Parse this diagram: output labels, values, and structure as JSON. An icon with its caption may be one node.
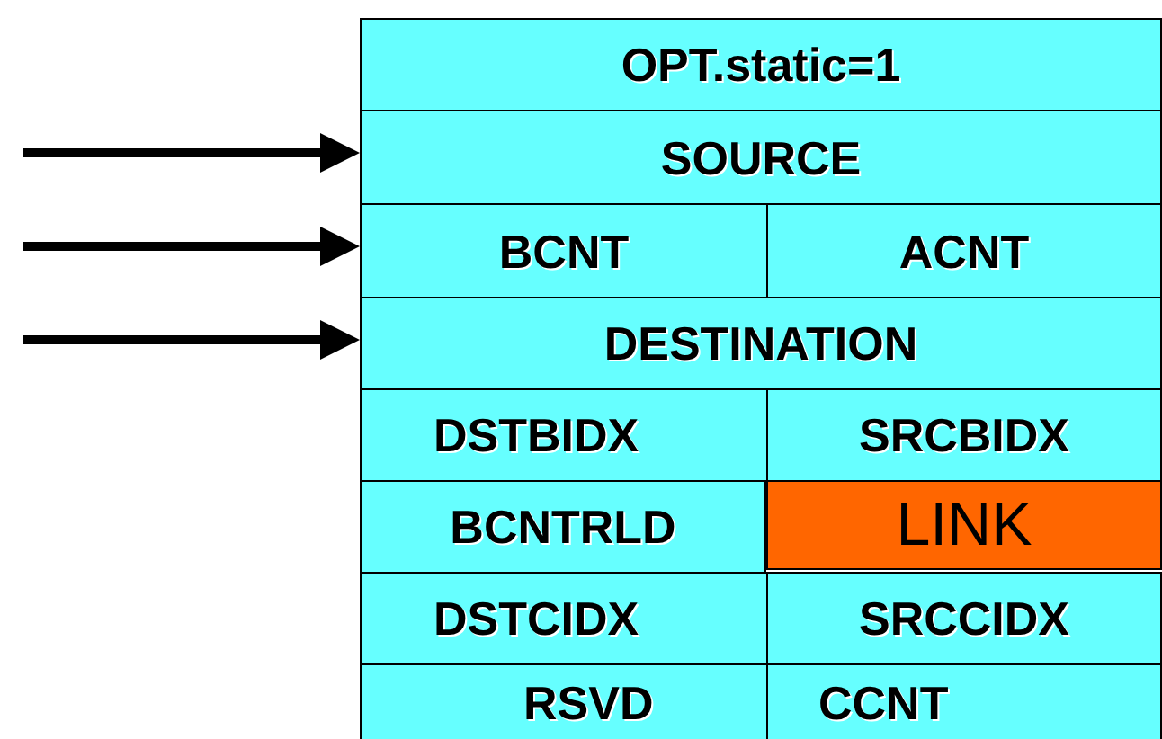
{
  "diagram": {
    "nodes": [
      {
        "text": [
          "OPT.static=1"
        ]
      },
      {
        "text": [
          "SOURCE"
        ]
      },
      {
        "text": [
          "BCNT"
        ]
      },
      {
        "text": [
          "ACNT"
        ]
      },
      {
        "text": [
          "DESTINATION"
        ]
      },
      {
        "text": [
          "DSTBIDX"
        ]
      },
      {
        "text": [
          "SRCBIDX"
        ]
      },
      {
        "text": [
          "BCNTRLD"
        ]
      },
      {
        "text": [
          "LINK"
        ]
      },
      {
        "text": [
          "DSTCIDX"
        ]
      },
      {
        "text": [
          "SRCCIDX"
        ]
      },
      {
        "text": [
          "RSVD"
        ]
      },
      {
        "text": [
          "CCNT"
        ]
      }
    ],
    "edges": [
      {
        "from": null,
        "to": 1,
        "arrow": "to"
      },
      {
        "from": null,
        "to": 2,
        "arrow": "to"
      },
      {
        "from": null,
        "to": 4,
        "arrow": "to"
      }
    ]
  }
}
